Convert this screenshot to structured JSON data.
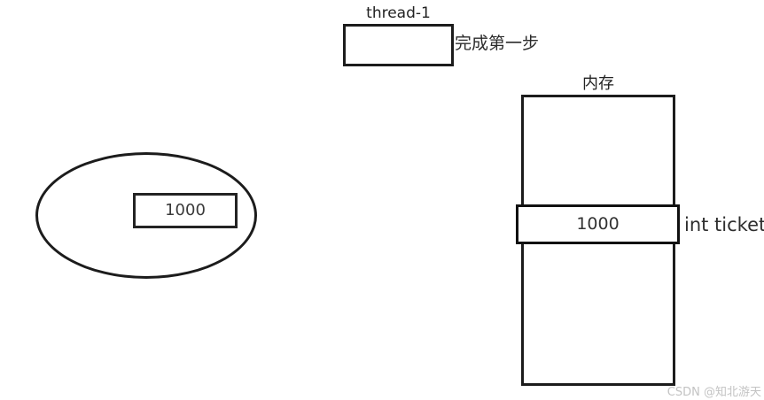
{
  "colors": {
    "background": "#ffffff",
    "stroke": "#1c1c1c",
    "text": "#2b2b2b",
    "watermark": "#c3c3c3"
  },
  "thread_box": {
    "title": "thread-1",
    "note": "完成第一步"
  },
  "oval": {
    "value": "1000"
  },
  "memory": {
    "title": "内存",
    "cell_value": "1000",
    "cell_label": "int ticket"
  },
  "watermark": {
    "text": "CSDN @知北游天"
  }
}
